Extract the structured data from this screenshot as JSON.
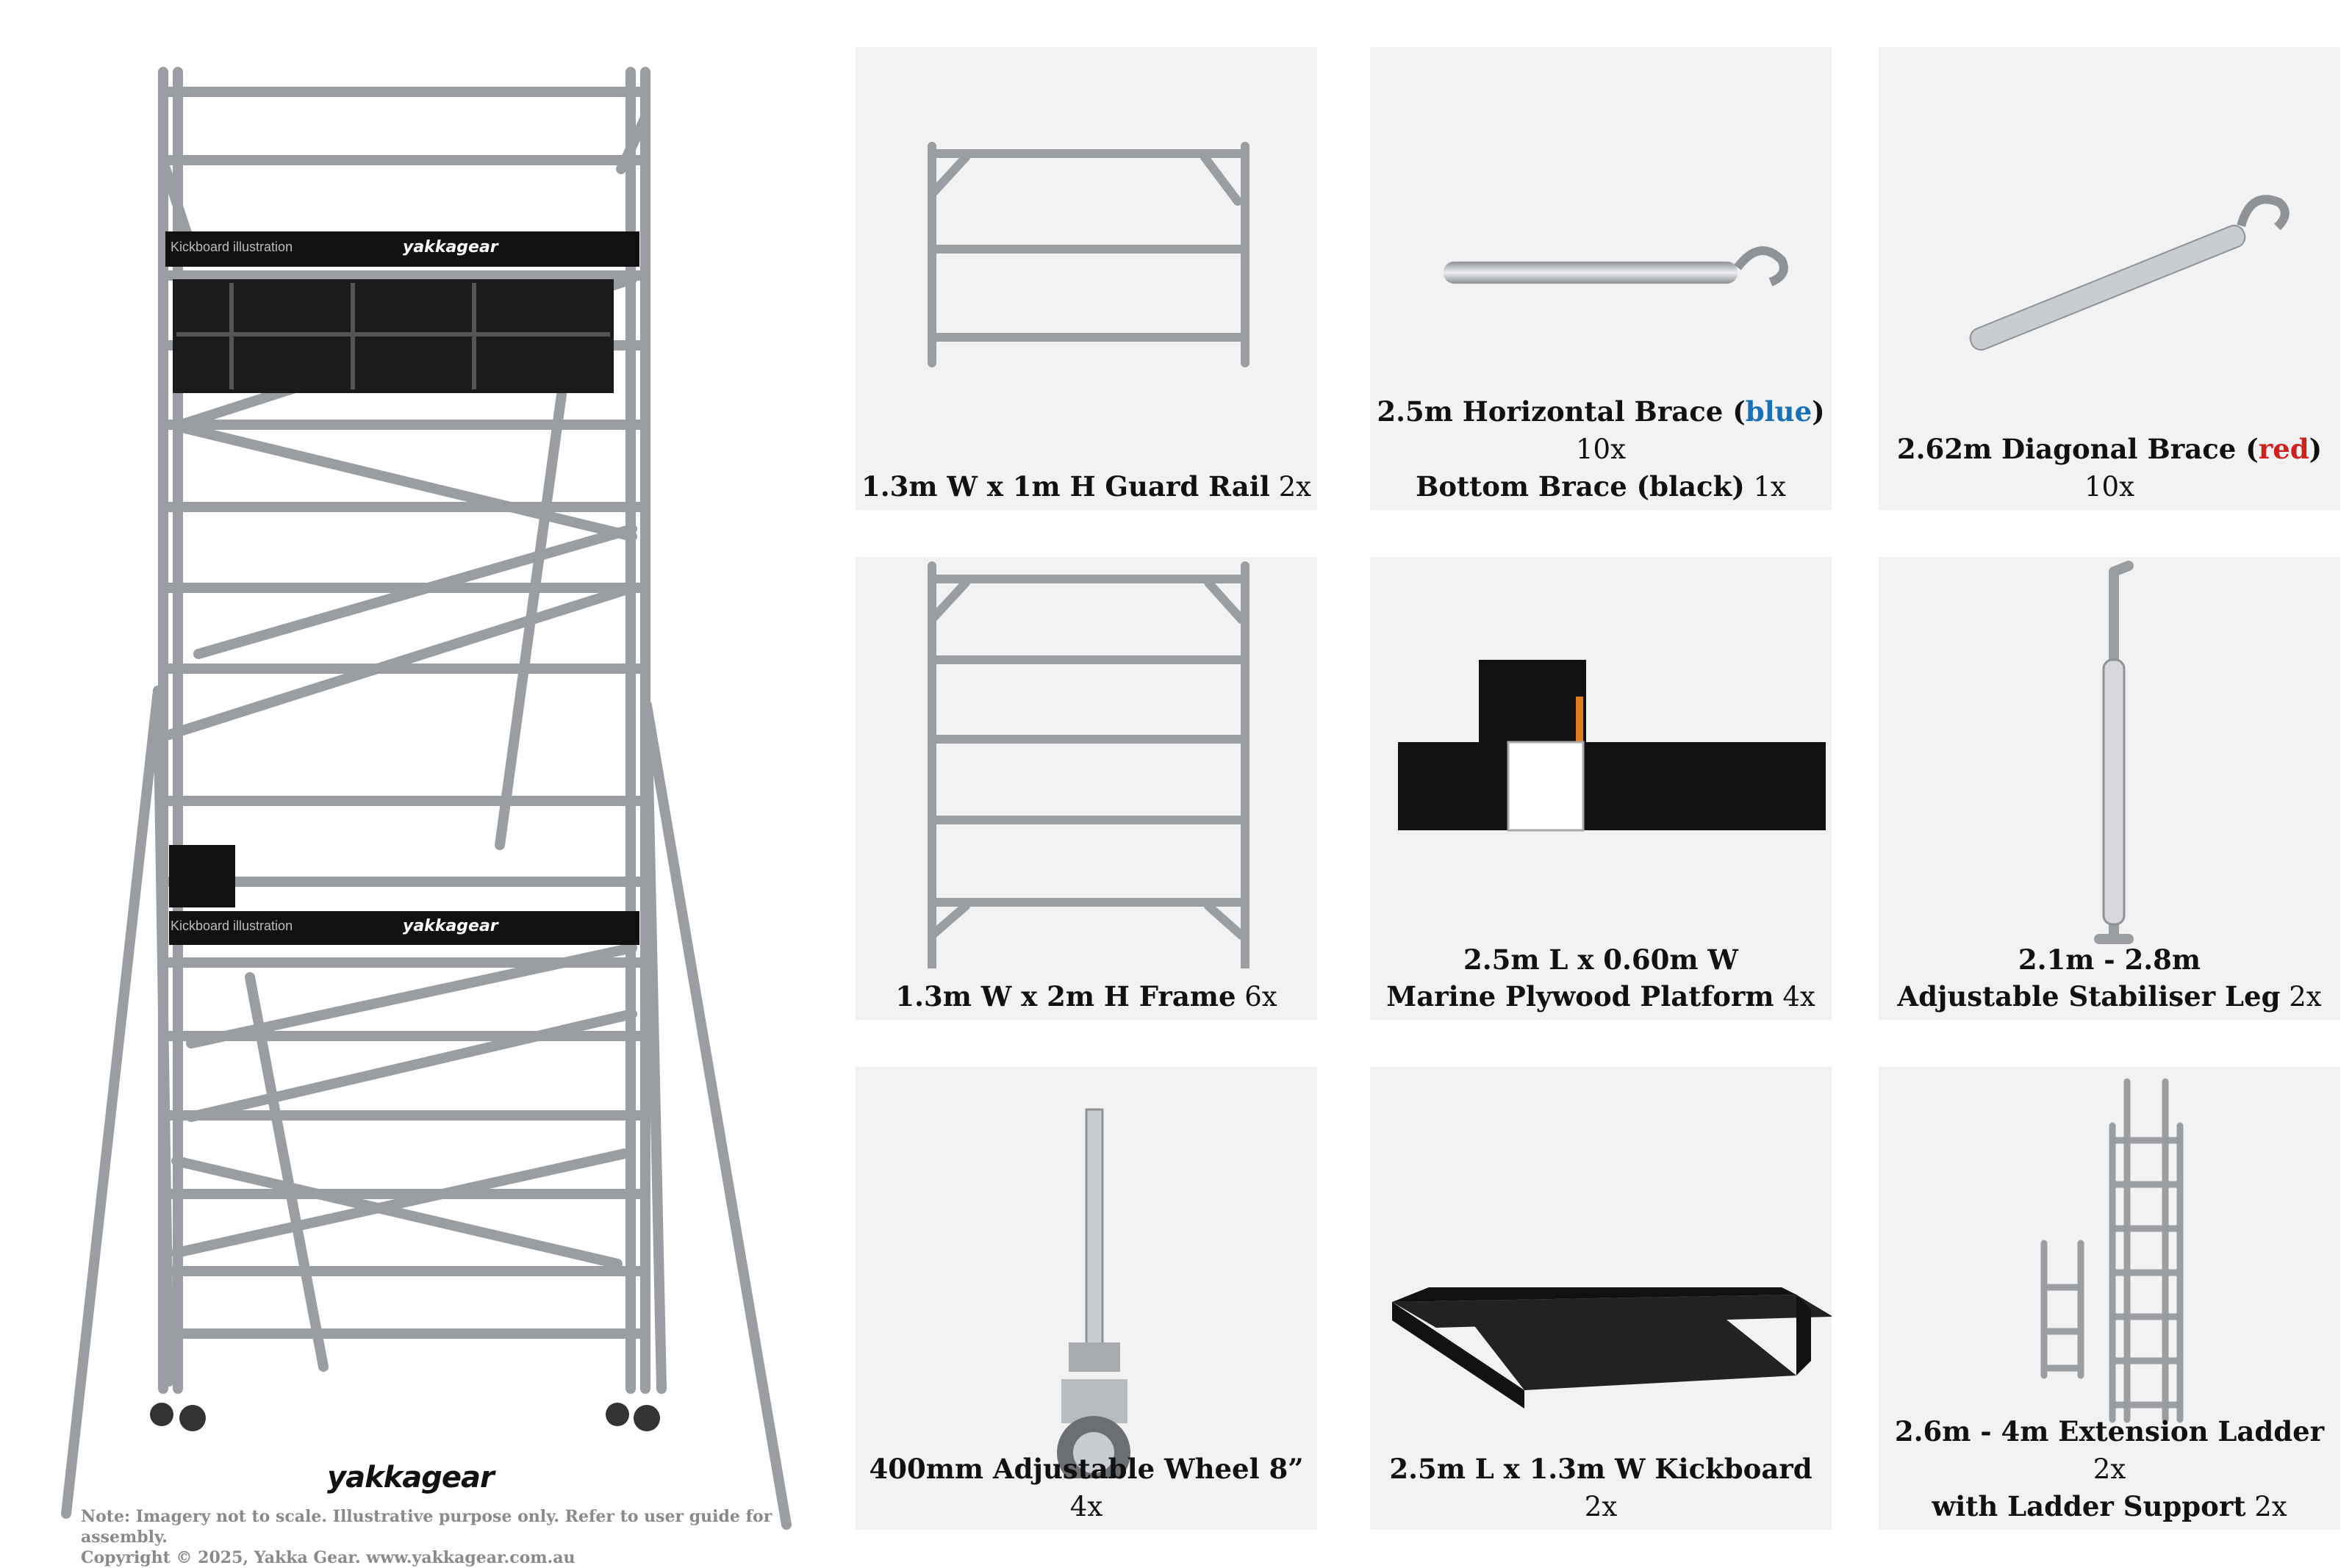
{
  "brand": {
    "logo_text": "yakkagear",
    "kickboard_label": "Kickboard illustration",
    "note": "Note: Imagery not to scale. Illustrative purpose only. Refer to user guide for assembly.",
    "copyright": "Copyright © 2025, Yakka Gear. www.yakkagear.com.au"
  },
  "components": [
    {
      "lines": [
        {
          "name": "1.3m W x 1m H Guard Rail",
          "qty": "2x"
        }
      ]
    },
    {
      "lines": [
        {
          "pre": "2.5m Horizontal Brace (",
          "color_word": "blue",
          "post": ")",
          "qty": "10x"
        },
        {
          "name": "Bottom Brace (black)",
          "qty": "1x"
        }
      ]
    },
    {
      "lines": [
        {
          "pre": "2.62m Diagonal Brace (",
          "color_word": "red",
          "post": ")",
          "qty": "10x"
        }
      ]
    },
    {
      "lines": [
        {
          "name": "1.3m W x 2m H Frame",
          "qty": "6x"
        }
      ]
    },
    {
      "lines": [
        {
          "name": "2.5m L x 0.60m W",
          "qty": ""
        },
        {
          "name": "Marine Plywood Platform",
          "qty": "4x"
        }
      ]
    },
    {
      "lines": [
        {
          "name": "2.1m - 2.8m",
          "qty": ""
        },
        {
          "name": "Adjustable Stabiliser Leg",
          "qty": "2x"
        }
      ]
    },
    {
      "lines": [
        {
          "name": "400mm Adjustable Wheel 8”",
          "qty": "4x"
        }
      ]
    },
    {
      "lines": [
        {
          "name": "2.5m L x 1.3m W Kickboard",
          "qty": "2x"
        }
      ]
    },
    {
      "lines": [
        {
          "name": "2.6m - 4m Extension Ladder",
          "qty": "2x"
        },
        {
          "name": "with Ladder Support",
          "qty": "2x"
        }
      ]
    }
  ],
  "colors": {
    "blue": "#1b6fb5",
    "red": "#d0211f",
    "card_bg": "#f2f2f2",
    "metal": "#b9bcc0"
  }
}
